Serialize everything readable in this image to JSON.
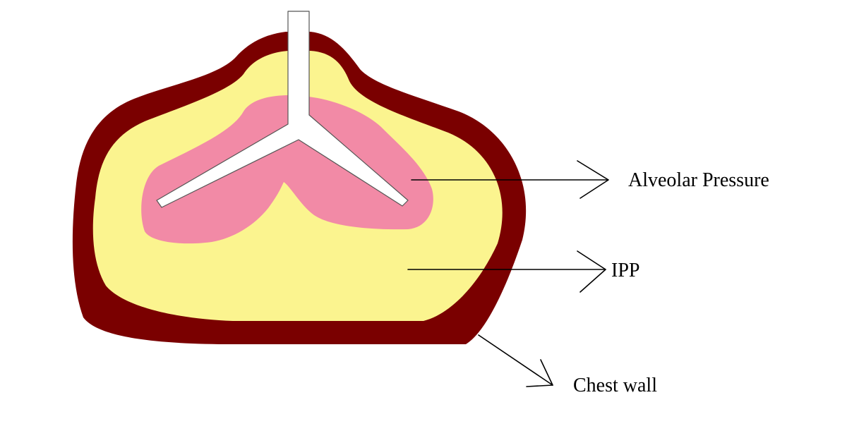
{
  "diagram": {
    "labels": {
      "alveolar": "Alveolar Pressure",
      "ipp": "IPP",
      "chest_wall": "Chest wall"
    },
    "colors": {
      "chest_wall": "#7a0000",
      "pleural_space": "#fbf48f",
      "lung": "#f28aa6",
      "airway": "#ffffff",
      "airway_outline": "#555555",
      "text": "#000000"
    }
  }
}
